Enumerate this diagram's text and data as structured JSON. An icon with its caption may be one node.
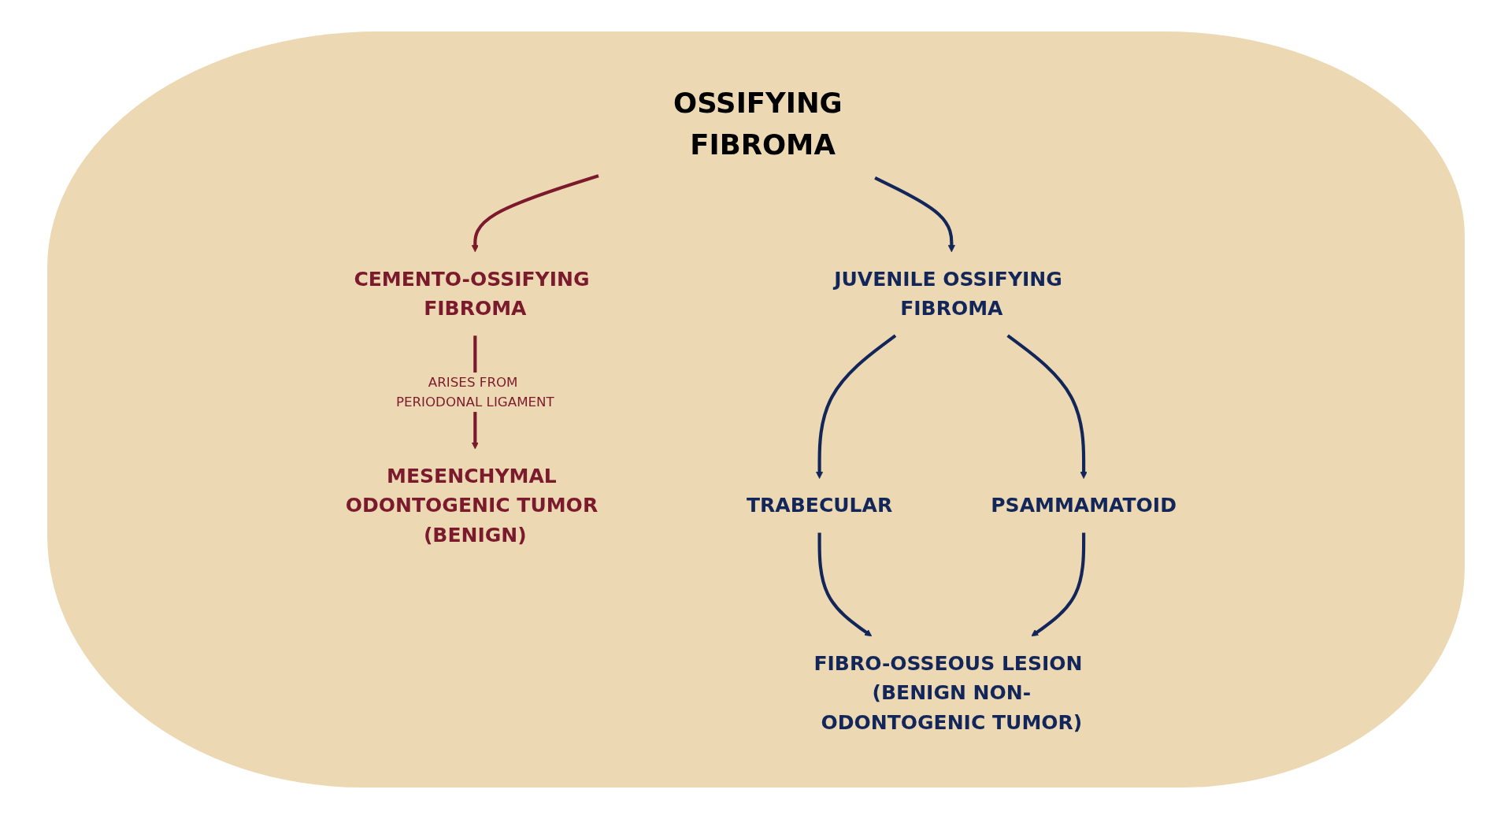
{
  "diagram": {
    "nodes": [
      {
        "text": [
          "OSSIFYING FIBROMA"
        ]
      },
      {
        "text": [
          "CEMENTO-OSSIFYING FIBROMA"
        ]
      },
      {
        "text": [
          "JUVENILE OSSIFYING FIBROMA"
        ]
      },
      {
        "text": [
          "MESENCHYMAL ODONTOGENIC TUMOR (BENIGN)"
        ]
      },
      {
        "text": [
          "TRABECULAR"
        ]
      },
      {
        "text": [
          "PSAMMAMATOID"
        ]
      },
      {
        "text": [
          "FIBRO-OSSEOUS LESION (BENIGN NON-ODONTOGENIC TUMOR)"
        ]
      }
    ],
    "edges": [
      {
        "from": 0,
        "to": 1,
        "arrow": "to",
        "color": "#7b1a2c"
      },
      {
        "from": 0,
        "to": 2,
        "arrow": "to"
      },
      {
        "from": 1,
        "to": 3,
        "arrow": "to",
        "label": "ARISES FROM PERIODONAL LIGAMENT",
        "color": "#7b1a2c"
      },
      {
        "from": 2,
        "to": 4,
        "arrow": "to"
      },
      {
        "from": 2,
        "to": 5,
        "arrow": "to"
      },
      {
        "from": 4,
        "to": 6,
        "arrow": "to"
      },
      {
        "from": 5,
        "to": 6,
        "arrow": "to"
      }
    ]
  }
}
